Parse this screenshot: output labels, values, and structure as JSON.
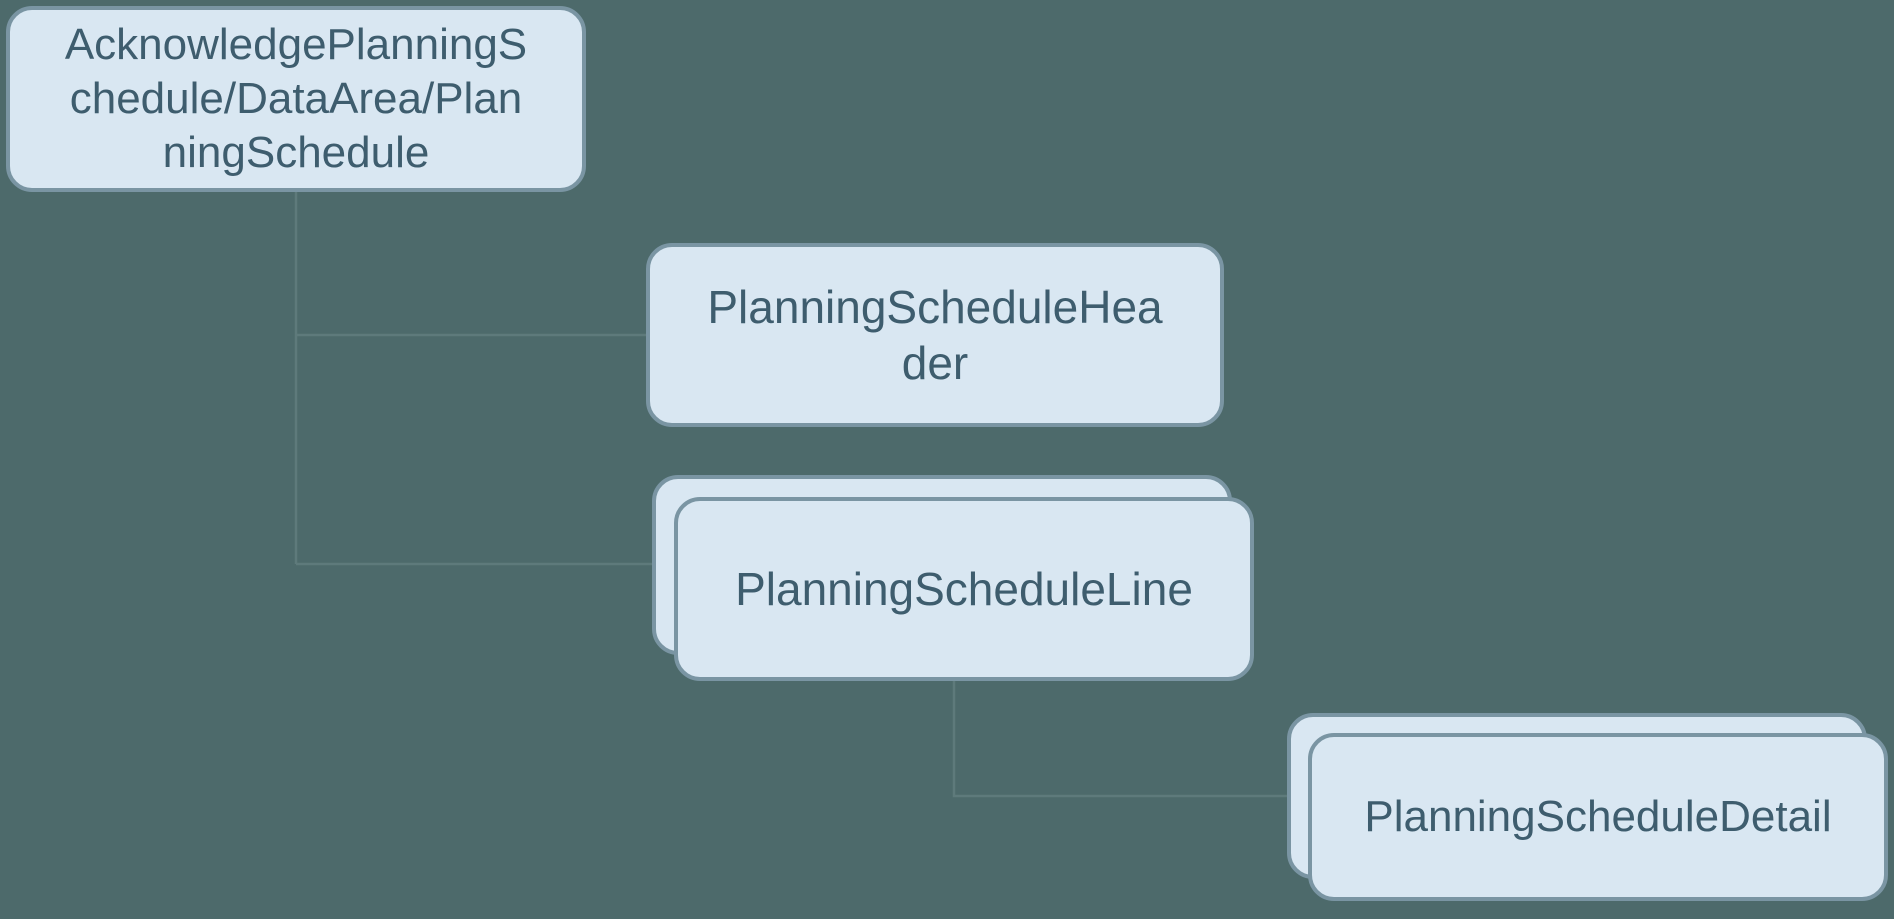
{
  "page": {
    "background_color": "#4d6a6b"
  },
  "diagram": {
    "type": "hierarchy-tree",
    "colors": {
      "node_fill": "#d9e7f2",
      "node_border": "#7a95a3",
      "node_text": "#3e5d6e",
      "connector": "#5e7a7b"
    },
    "root": {
      "label": "AcknowledgePlanningSchedule/DataArea/PlanningSchedule",
      "repeated": false
    },
    "nodes": {
      "header": {
        "label": "PlanningScheduleHeader",
        "repeated": false,
        "parent": "root"
      },
      "line": {
        "label": "PlanningScheduleLine",
        "repeated": true,
        "parent": "root"
      },
      "detail": {
        "label": "PlanningScheduleDetail",
        "repeated": true,
        "parent": "line"
      }
    }
  }
}
